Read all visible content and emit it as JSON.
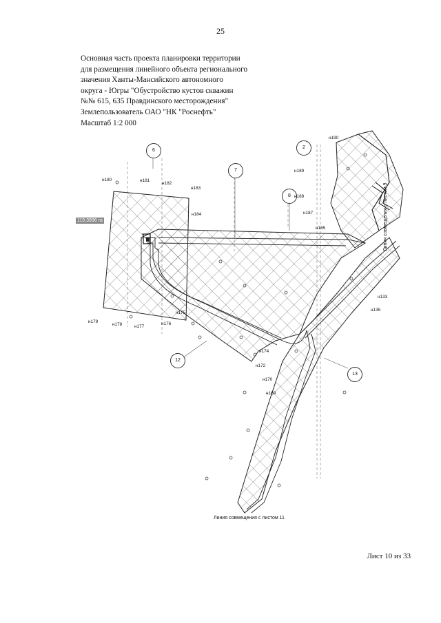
{
  "page_number": "25",
  "header_lines": [
    "Основная часть проекта планировки территории",
    "для размещения линейного объекта регионального",
    "значения Ханты-Мансийского автономного",
    "округа - Югры \"Обустройство кустов скважин",
    "№№ 615, 635 Правдинского месторождения\"",
    "Землепользователь ОАО \"НК \"Роснефть\"",
    "Масштаб 1:2 000"
  ],
  "area_label": "119,3996 га",
  "match_line_bottom": "Линия совмещения с листом 11",
  "match_line_right": "Линия совмещения с листом 9",
  "sheet_footer": "Лист 10 из 33",
  "circle_labels": [
    "6",
    "7",
    "8",
    "2",
    "12",
    "13"
  ],
  "point_labels": {
    "n190": "н190",
    "n189": "н189",
    "n188": "н188",
    "n187": "н187",
    "n185": "н185",
    "n184": "н184",
    "n183": "н183",
    "n182": "н182",
    "n181": "н181",
    "n180": "н180",
    "n179": "н179",
    "n178": "н178",
    "n177": "н177",
    "n176": "н176",
    "n175": "н175",
    "n174": "н174",
    "n172": "н172",
    "n170": "н170",
    "n169": "н169",
    "n133": "н133",
    "n135": "н135"
  }
}
